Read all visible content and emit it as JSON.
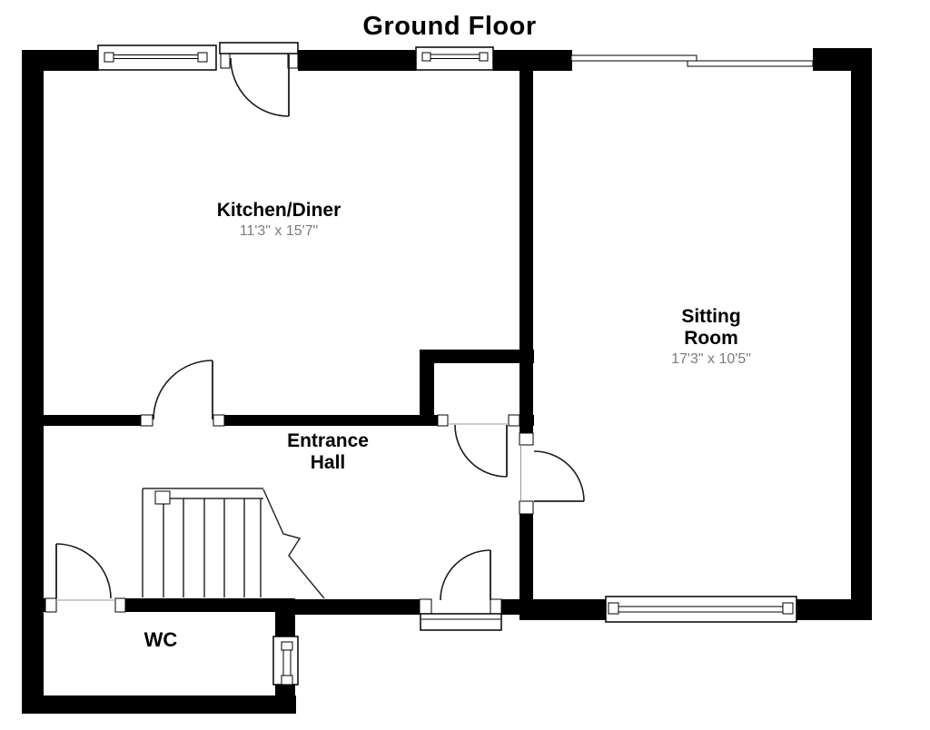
{
  "title": "Ground Floor",
  "rooms": {
    "kitchen": {
      "name": "Kitchen/Diner",
      "dimensions": "11'3\" x 15'7\""
    },
    "sitting": {
      "name": "Sitting Room",
      "dimensions": "17'3\" x 10'5\""
    },
    "hall": {
      "name": "Entrance Hall"
    },
    "wc": {
      "name": "WC"
    }
  },
  "colors": {
    "wall": "#000000",
    "background": "#ffffff",
    "dimension_text": "#7b7b7b"
  }
}
